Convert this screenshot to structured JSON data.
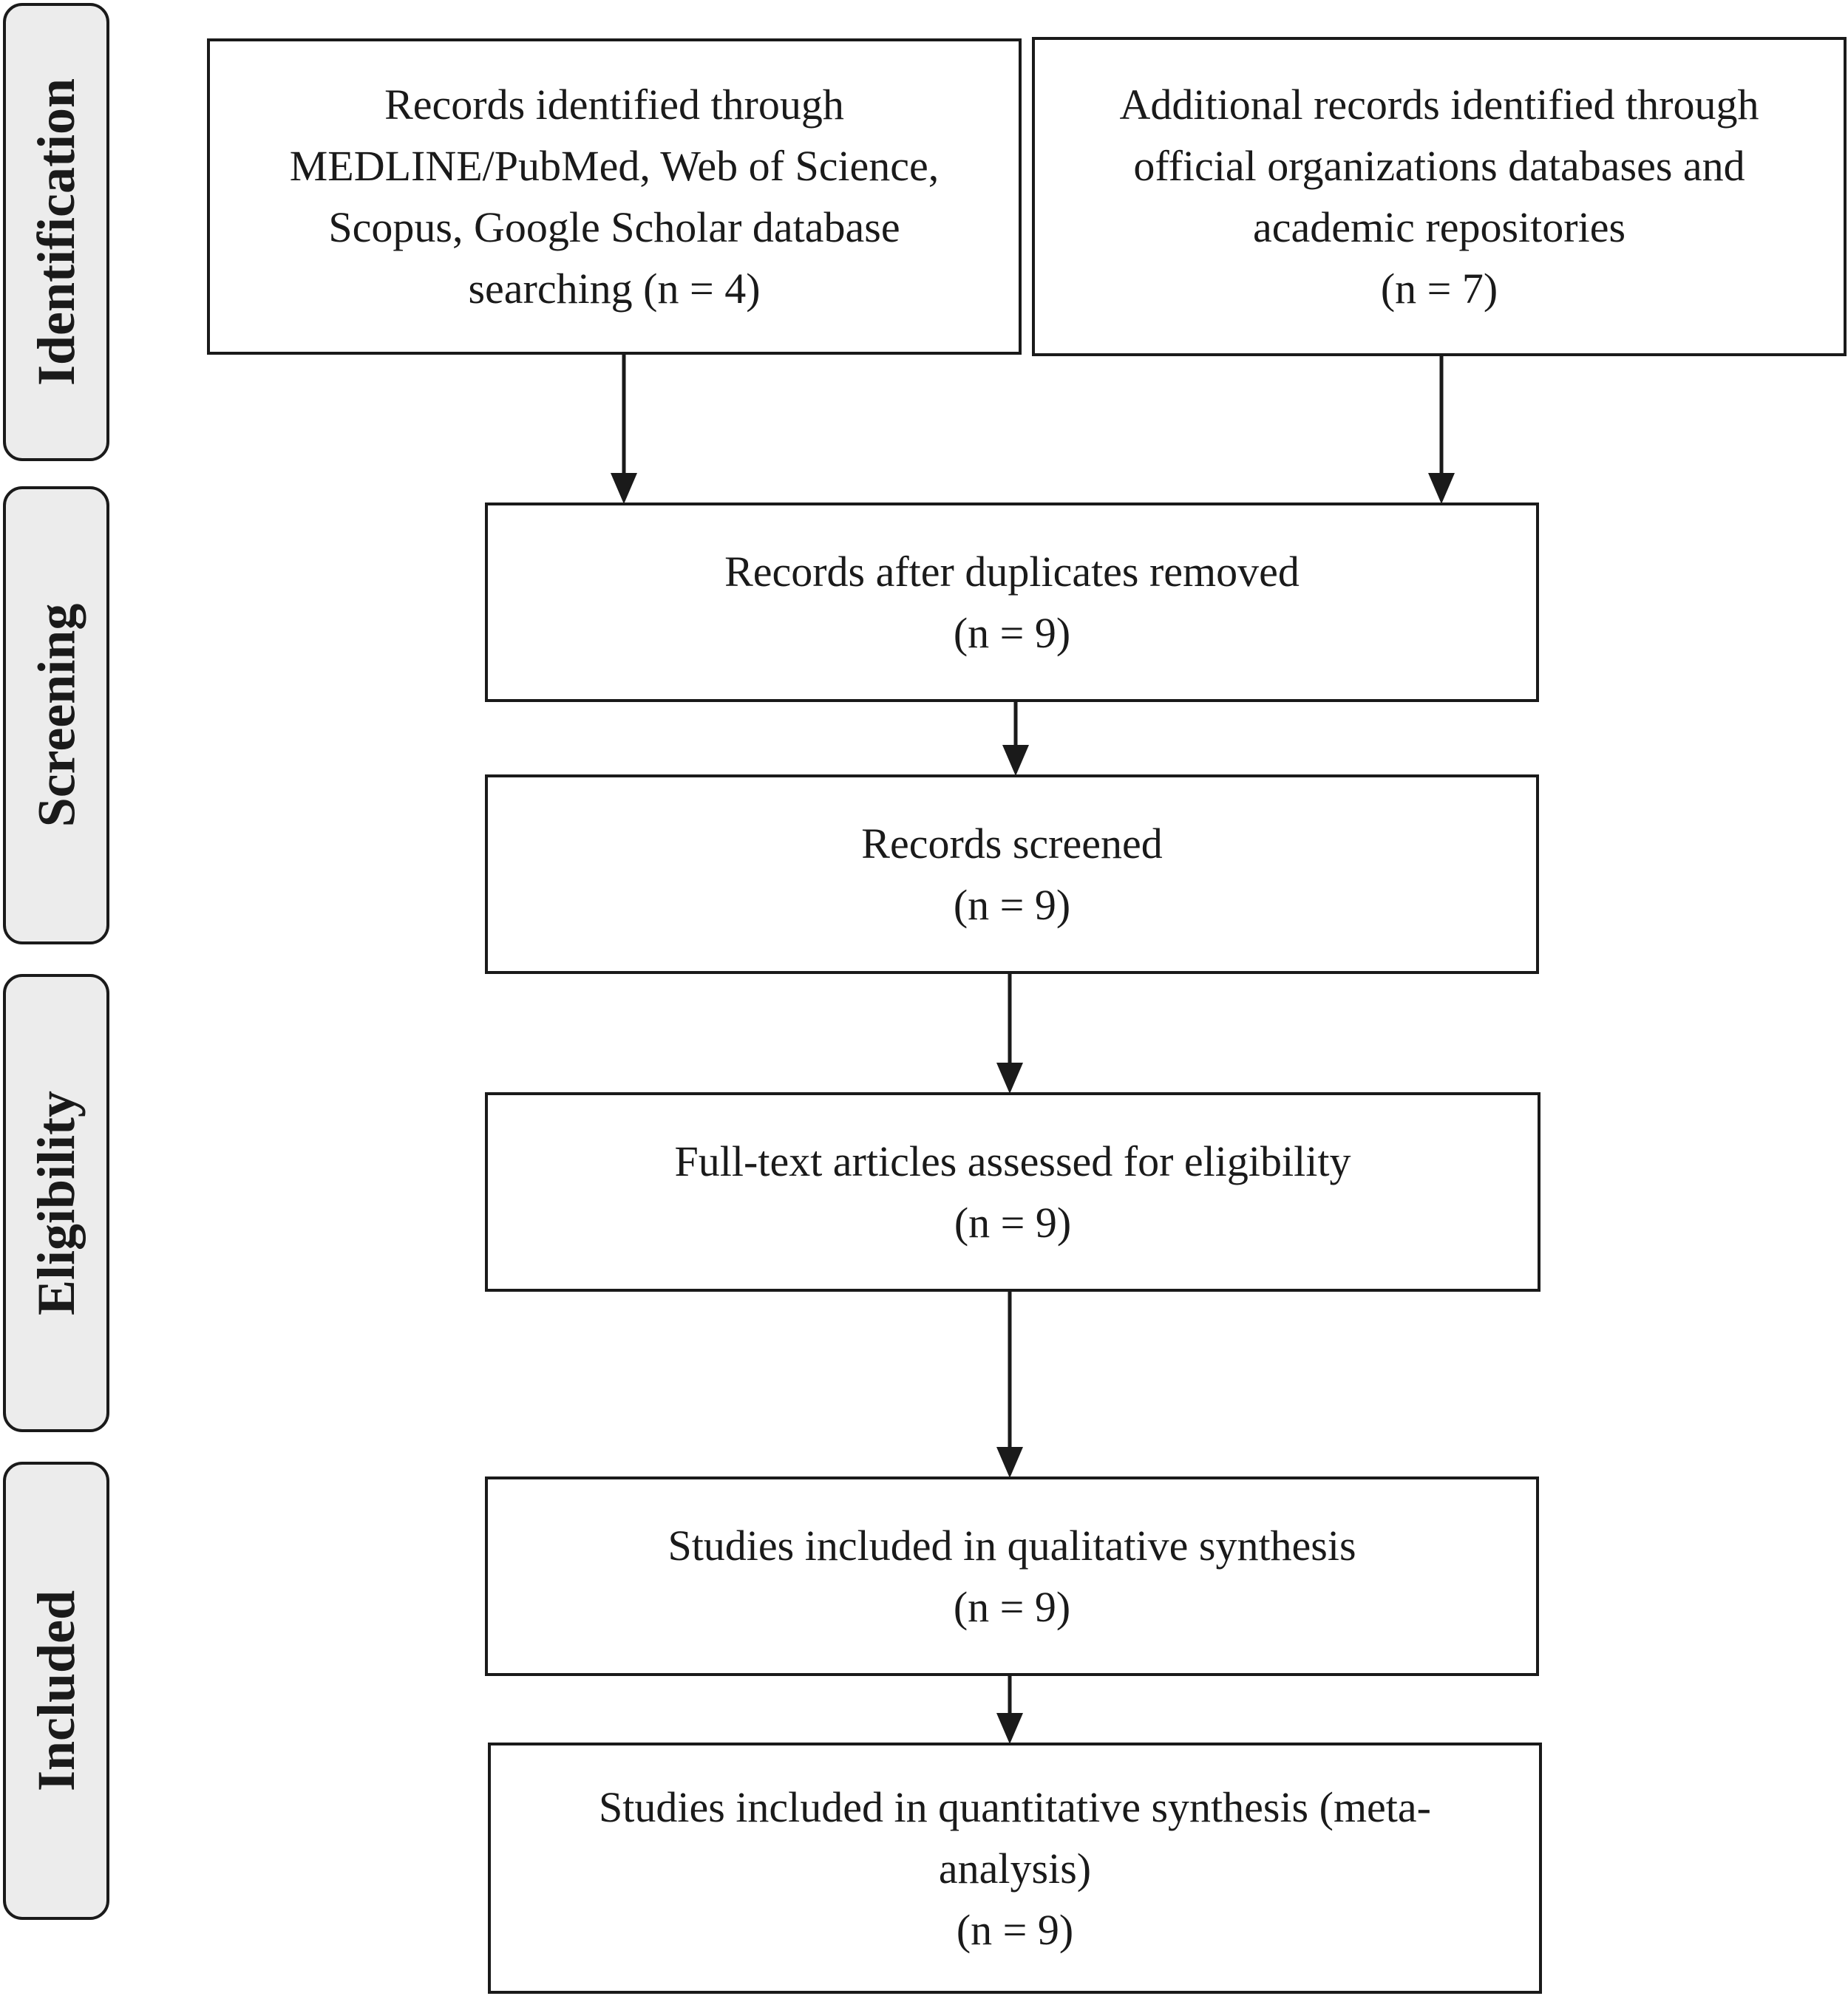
{
  "phases": {
    "identification": "Identification",
    "screening": "Screening",
    "eligibility": "Eligibility",
    "included": "Included"
  },
  "boxes": {
    "database_records": {
      "lines": [
        "Records identified through",
        "MEDLINE/PubMed, Web of Science,",
        "Scopus, Google Scholar database",
        "searching (n = 4)"
      ]
    },
    "additional_records": {
      "lines": [
        "Additional records identified through",
        "official organizations databases and",
        "academic repositories",
        "(n = 7)"
      ]
    },
    "duplicates_removed": {
      "lines": [
        "Records after duplicates removed",
        "(n = 9)"
      ]
    },
    "screened": {
      "lines": [
        "Records screened",
        "(n = 9)"
      ]
    },
    "full_text": {
      "lines": [
        "Full-text articles assessed for eligibility",
        "(n = 9)"
      ]
    },
    "qualitative": {
      "lines": [
        "Studies included in qualitative synthesis",
        "(n = 9)"
      ]
    },
    "quantitative": {
      "lines": [
        "Studies included in quantitative synthesis (meta-",
        "analysis)",
        "(n = 9)"
      ]
    }
  }
}
